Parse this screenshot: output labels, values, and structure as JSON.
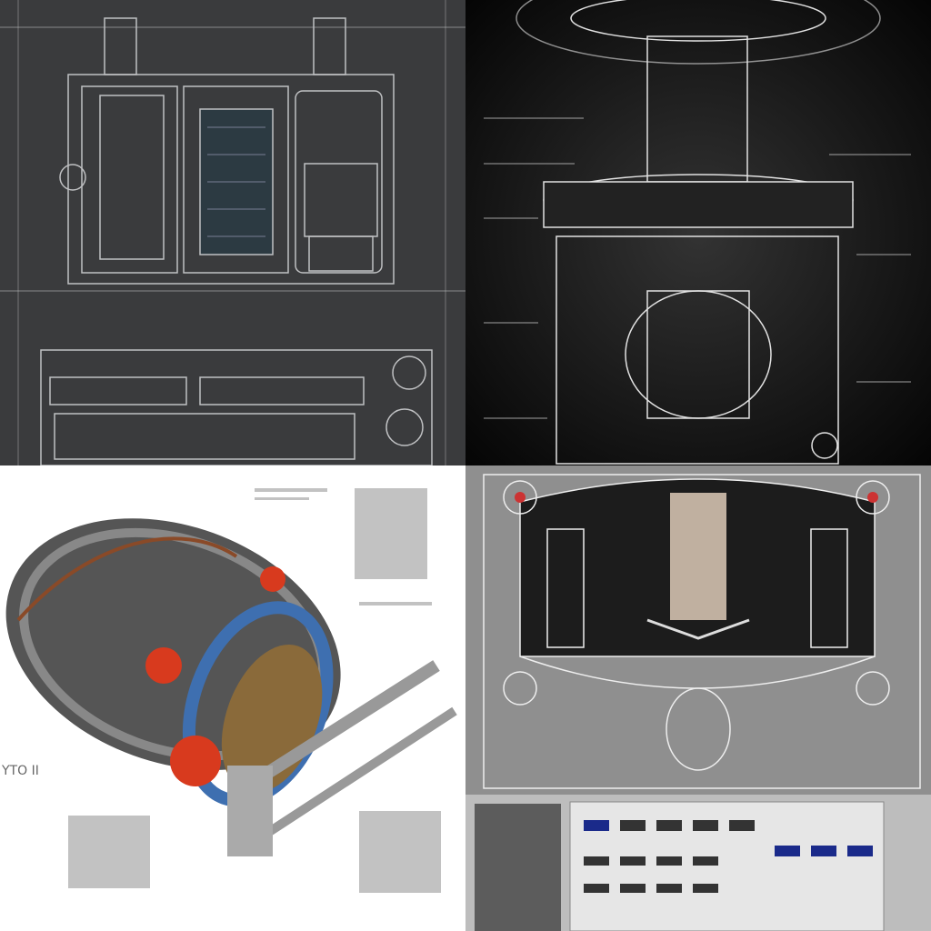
{
  "panels": [
    {
      "id": "blueprint-machine-dark",
      "background": "#3a3b3d",
      "line_color": "#d8dadc"
    },
    {
      "id": "turbine-diagram-black",
      "background": "#0c0c0c",
      "line_color": "#e2e2e2"
    },
    {
      "id": "engine-illustration-white",
      "background": "#ffffff",
      "accent": "#d83a1e",
      "blue": "#3e6fb0",
      "copper": "#8a4a28",
      "caption": "YTO II"
    },
    {
      "id": "reactor-diagram-grey",
      "background": "#8f8f8f",
      "accent": "#c33",
      "copper": "#b06040"
    }
  ]
}
